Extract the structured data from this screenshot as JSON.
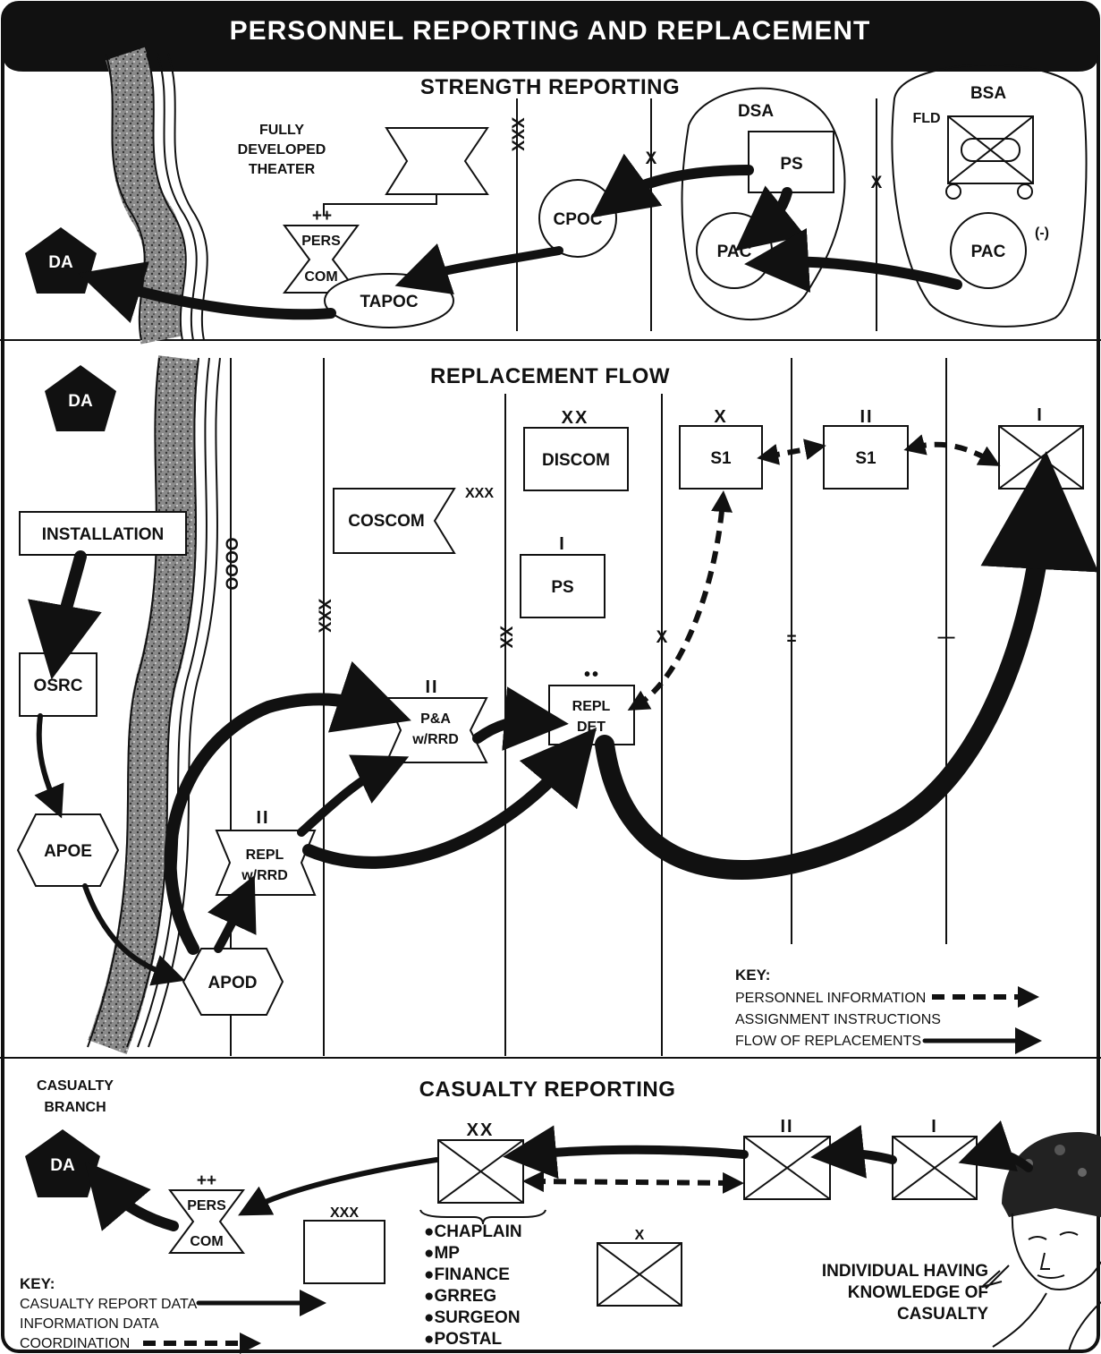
{
  "title": "PERSONNEL REPORTING AND REPLACEMENT",
  "strength": {
    "heading": "STRENGTH REPORTING",
    "theater_label": [
      "FULLY",
      "DEVELOPED",
      "THEATER"
    ],
    "da": "DA",
    "pers": "PERS",
    "com": "COM",
    "pers_echelon": "++",
    "tapoc": "TAPOC",
    "cpoc": "CPOC",
    "xxx": "XXX",
    "x": "X",
    "x2": "X",
    "dsa": "DSA",
    "bsa": "BSA",
    "fld": "FLD",
    "ps": "PS",
    "pac": "PAC",
    "pac2": "PAC",
    "pac2_suffix": "(-)"
  },
  "replacement": {
    "heading": "REPLACEMENT FLOW",
    "da": "DA",
    "installation": "INSTALLATION",
    "osrc": "OSRC",
    "apoe": "APOE",
    "apod": "APOD",
    "repl_rrd": [
      "REPL",
      "w/RRD"
    ],
    "repl_rrd_echelon": "II",
    "pa_rrd": [
      "P&A",
      "w/RRD"
    ],
    "pa_rrd_echelon": "II",
    "repl_det": [
      "REPL",
      "DET"
    ],
    "repl_det_echelon": "••",
    "coscom": "COSCOM",
    "coscom_echelon": "XXX",
    "discom": "DISCOM",
    "discom_echelon": "XX",
    "ps": "PS",
    "ps_echelon": "I",
    "s1_bde": "S1",
    "s1_bde_echelon": "X",
    "s1_bn": "S1",
    "s1_bn_echelon": "II",
    "co_echelon": "I",
    "boundary_oooo": "OOOO",
    "boundary_xxx": "XXX",
    "boundary_xx": "XX",
    "boundary_x": "X",
    "boundary_ii": "=",
    "boundary_i": "—",
    "key": {
      "title": "KEY:",
      "items": [
        "PERSONNEL INFORMATION",
        "ASSIGNMENT INSTRUCTIONS",
        "FLOW OF REPLACEMENTS"
      ]
    }
  },
  "casualty": {
    "heading": "CASUALTY REPORTING",
    "branch_label": [
      "CASUALTY",
      "BRANCH"
    ],
    "da": "DA",
    "pers": "PERS",
    "com": "COM",
    "pers_echelon": "++",
    "xxx": "XXX",
    "xx": "XX",
    "ii": "II",
    "i": "I",
    "x": "X",
    "staff": [
      "●CHAPLAIN",
      "●MP",
      "●FINANCE",
      "●GRREG",
      "●SURGEON",
      "●POSTAL"
    ],
    "individual": [
      "INDIVIDUAL HAVING",
      "KNOWLEDGE OF",
      "CASUALTY"
    ],
    "key": {
      "title": "KEY:",
      "items": [
        "CASUALTY REPORT DATA",
        "INFORMATION DATA",
        "COORDINATION"
      ]
    }
  }
}
